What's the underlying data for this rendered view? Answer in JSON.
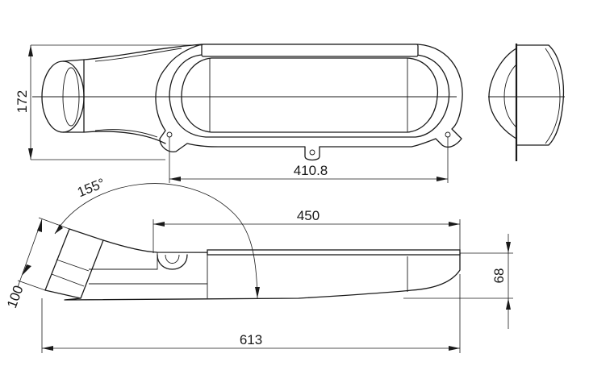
{
  "dimensions": {
    "height_top": "172",
    "mount_width": "410.8",
    "angle": "155°",
    "length_body": "450",
    "height_side": "68",
    "diameter": "100",
    "overall_length": "613"
  },
  "colors": {
    "line": "#1a1a1a",
    "background": "#ffffff"
  }
}
